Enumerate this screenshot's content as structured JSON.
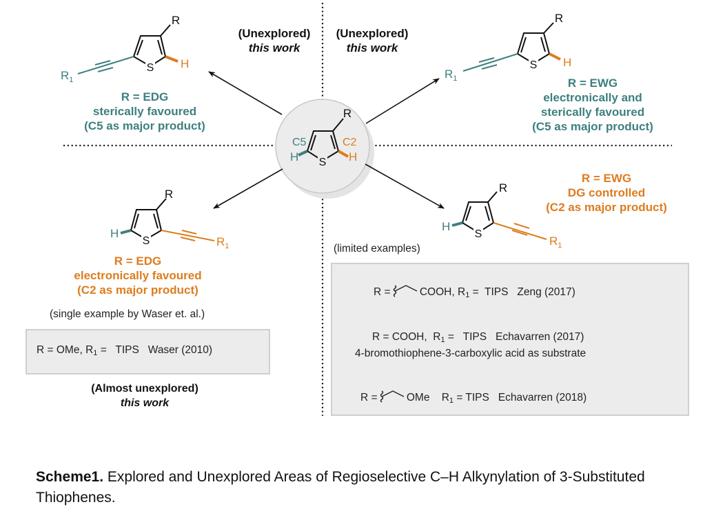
{
  "colors": {
    "teal": "#3e7f7f",
    "orange": "#dd7c1e",
    "ink": "#111111",
    "box_bg": "#ececec",
    "circle_bg": "#ececec"
  },
  "center": {
    "labels": {
      "c5": "C5",
      "c2": "C2",
      "h": "H",
      "s": "S",
      "r": "R"
    }
  },
  "quadrants": {
    "top_left": {
      "status": "(Unexplored)",
      "status_sub": "this work",
      "r_label": "R = EDG",
      "desc1": "sterically favoured",
      "desc2": "(C5 as major product)",
      "atoms": {
        "r": "R",
        "r1": "R",
        "r1_sub": "1",
        "s": "S",
        "h": "H"
      }
    },
    "top_right": {
      "status": "(Unexplored)",
      "status_sub": "this work",
      "r_label": "R = EWG",
      "desc1": "electronically and",
      "desc2": "sterically favoured",
      "desc3": "(C5 as major product)",
      "atoms": {
        "r": "R",
        "r1": "R",
        "r1_sub": "1",
        "s": "S",
        "h": "H"
      }
    },
    "bottom_left": {
      "r_label": "R = EDG",
      "desc1": "electronically favoured",
      "desc2": "(C2 as major product)",
      "note": "(single example by Waser et. al.)",
      "example": {
        "pre": "R = OMe, ",
        "r1": "R",
        "r1_sub": "1",
        "post": " =   TIPS   Waser (2010)"
      },
      "status": "(Almost unexplored)",
      "status_sub": "this work",
      "atoms": {
        "r": "R",
        "r1": "R",
        "r1_sub": "1",
        "s": "S",
        "h": "H"
      }
    },
    "bottom_right": {
      "r_label": "R = EWG",
      "desc1": "DG controlled",
      "desc2": "(C2 as major product)",
      "note": "(limited examples)",
      "examples": [
        {
          "pre": "R = ",
          "group": "COOH, ",
          "r1": "R",
          "r1_sub": "1",
          "post": " =  TIPS   Zeng (2017)"
        },
        {
          "pre": "R = COOH,  ",
          "r1": "R",
          "r1_sub": "1",
          "post": " =   TIPS   Echavarren (2017)",
          "extra": "4-bromothiophene-3-carboxylic acid as substrate"
        },
        {
          "pre": "R = ",
          "group": "OMe    ",
          "r1": "R",
          "r1_sub": "1",
          "post": " = TIPS   Echavarren (2018)"
        }
      ],
      "atoms": {
        "r": "R",
        "r1": "R",
        "r1_sub": "1",
        "s": "S",
        "h": "H"
      }
    }
  },
  "caption": {
    "bold": "Scheme1.",
    "text": " Explored and Unexplored Areas of Regioselective C–H Alkynylation of 3-Substituted Thiophenes."
  }
}
